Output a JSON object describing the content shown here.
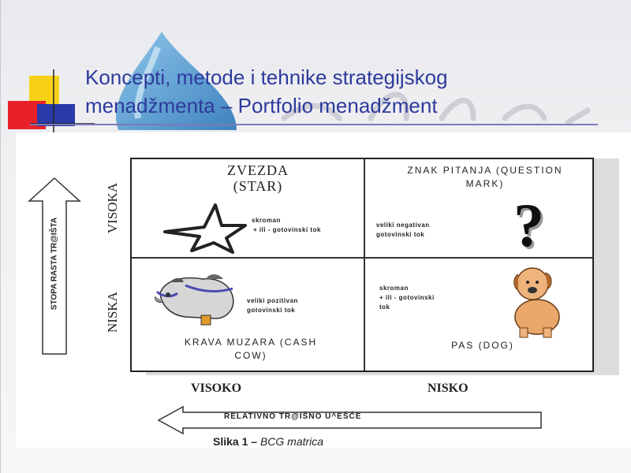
{
  "slide": {
    "title_line1": "Koncepti, metode i tehnike strategijskog",
    "title_line2": "menadžmenta – Portfolio menadžment"
  },
  "matrix": {
    "star": {
      "title_line1": "ZVEZDA",
      "title_line2": "(STAR)",
      "note_line1": "skroman",
      "note_line2": "+ ili - gotovinski tok"
    },
    "question": {
      "title_line1": "ZNAK PITANJA (QUESTION",
      "title_line2": "MARK)",
      "note_line1": "veliki negativan",
      "note_line2": "gotovinski tok",
      "symbol": "?"
    },
    "cow": {
      "note_line1": "veliki pozitivan",
      "note_line2": "gotovinski tok",
      "label_line1": "KRAVA MUZARA (CASH",
      "label_line2": "COW)"
    },
    "dog": {
      "note_line1": "skroman",
      "note_line2": "+ ili - gotovinski",
      "note_line3": "tok",
      "label": "PAS (DOG)"
    }
  },
  "axes": {
    "y_high": "VISOKA",
    "y_low": "NISKA",
    "x_high": "VISOKO",
    "x_low": "NISKO",
    "y_arrow_label": "STOPA RASTA TR@IŠTA",
    "x_arrow_label": "RELATIVNO TR@IŠNO U^EŠĆE"
  },
  "caption": {
    "prefix": "Slika 1 –",
    "text": "BCG matrica"
  },
  "colors": {
    "title": "#2d3a9c",
    "logo_yellow": "#f7d117",
    "logo_red": "#e8202a",
    "logo_blue": "#2a3aa8",
    "drop_blue": "#2a7fc6"
  }
}
